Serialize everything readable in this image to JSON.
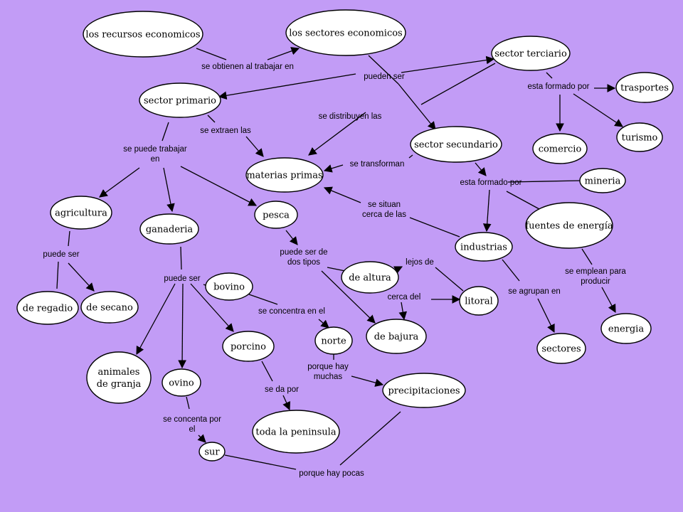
{
  "background": "#c29cf6",
  "nodes": [
    {
      "id": "recursos",
      "label": [
        "los recursos economicos"
      ]
    },
    {
      "id": "sectores_ec",
      "label": [
        "los sectores economicos"
      ]
    },
    {
      "id": "terciario",
      "label": [
        "sector terciario"
      ]
    },
    {
      "id": "trasportes",
      "label": [
        "trasportes"
      ]
    },
    {
      "id": "primario",
      "label": [
        "sector primario"
      ]
    },
    {
      "id": "secundario",
      "label": [
        "sector secundario"
      ]
    },
    {
      "id": "comercio",
      "label": [
        "comercio"
      ]
    },
    {
      "id": "turismo",
      "label": [
        "turismo"
      ]
    },
    {
      "id": "materias",
      "label": [
        "materias primas"
      ]
    },
    {
      "id": "mineria",
      "label": [
        "mineria"
      ]
    },
    {
      "id": "agricultura",
      "label": [
        "agricultura"
      ]
    },
    {
      "id": "ganaderia",
      "label": [
        "ganaderia"
      ]
    },
    {
      "id": "pesca",
      "label": [
        "pesca"
      ]
    },
    {
      "id": "energia_f",
      "label": [
        "fuentes de energía"
      ]
    },
    {
      "id": "industrias",
      "label": [
        "industrias"
      ]
    },
    {
      "id": "altura",
      "label": [
        "de altura"
      ]
    },
    {
      "id": "bovino",
      "label": [
        "bovino"
      ]
    },
    {
      "id": "regadio",
      "label": [
        "de regadio"
      ]
    },
    {
      "id": "secano",
      "label": [
        "de secano"
      ]
    },
    {
      "id": "litoral",
      "label": [
        "litoral"
      ]
    },
    {
      "id": "norte",
      "label": [
        "norte"
      ]
    },
    {
      "id": "bajura",
      "label": [
        "de bajura"
      ]
    },
    {
      "id": "energia",
      "label": [
        "energia"
      ]
    },
    {
      "id": "porcino",
      "label": [
        "porcino"
      ]
    },
    {
      "id": "sectores",
      "label": [
        "sectores"
      ]
    },
    {
      "id": "animales",
      "label": [
        "animales",
        "de granja"
      ]
    },
    {
      "id": "ovino",
      "label": [
        "ovino"
      ]
    },
    {
      "id": "precipitaciones",
      "label": [
        "precipitaciones"
      ]
    },
    {
      "id": "peninsula",
      "label": [
        "toda la peninsula"
      ]
    },
    {
      "id": "sur",
      "label": [
        "sur"
      ]
    }
  ],
  "link_labels": [
    {
      "id": "l1",
      "label": [
        "se obtienen al trabajar en"
      ]
    },
    {
      "id": "l2",
      "label": [
        "pueden ser"
      ]
    },
    {
      "id": "l3",
      "label": [
        "esta formado por"
      ]
    },
    {
      "id": "l4",
      "label": [
        "se distribuyen las"
      ]
    },
    {
      "id": "l5",
      "label": [
        "se extraen las"
      ]
    },
    {
      "id": "l6",
      "label": [
        "se puede trabajar",
        "en"
      ]
    },
    {
      "id": "l7",
      "label": [
        "se transforman"
      ]
    },
    {
      "id": "l8",
      "label": [
        "esta formado por"
      ]
    },
    {
      "id": "l9",
      "label": [
        "se situan",
        "cerca de las"
      ]
    },
    {
      "id": "l10",
      "label": [
        "puede ser"
      ]
    },
    {
      "id": "l11",
      "label": [
        "puede ser de",
        "dos tipos"
      ]
    },
    {
      "id": "l12",
      "label": [
        "lejos de"
      ]
    },
    {
      "id": "l13",
      "label": [
        "se emplean para",
        "producir"
      ]
    },
    {
      "id": "l14",
      "label": [
        "puede ser"
      ]
    },
    {
      "id": "l15",
      "label": [
        "cerca del"
      ]
    },
    {
      "id": "l16",
      "label": [
        "se agrupan en"
      ]
    },
    {
      "id": "l17",
      "label": [
        "se concentra en el"
      ]
    },
    {
      "id": "l18",
      "label": [
        "porque hay",
        "muchas"
      ]
    },
    {
      "id": "l19",
      "label": [
        "se da por"
      ]
    },
    {
      "id": "l20",
      "label": [
        "se concenta por",
        "el"
      ]
    },
    {
      "id": "l21",
      "label": [
        "porque hay pocas"
      ]
    }
  ]
}
